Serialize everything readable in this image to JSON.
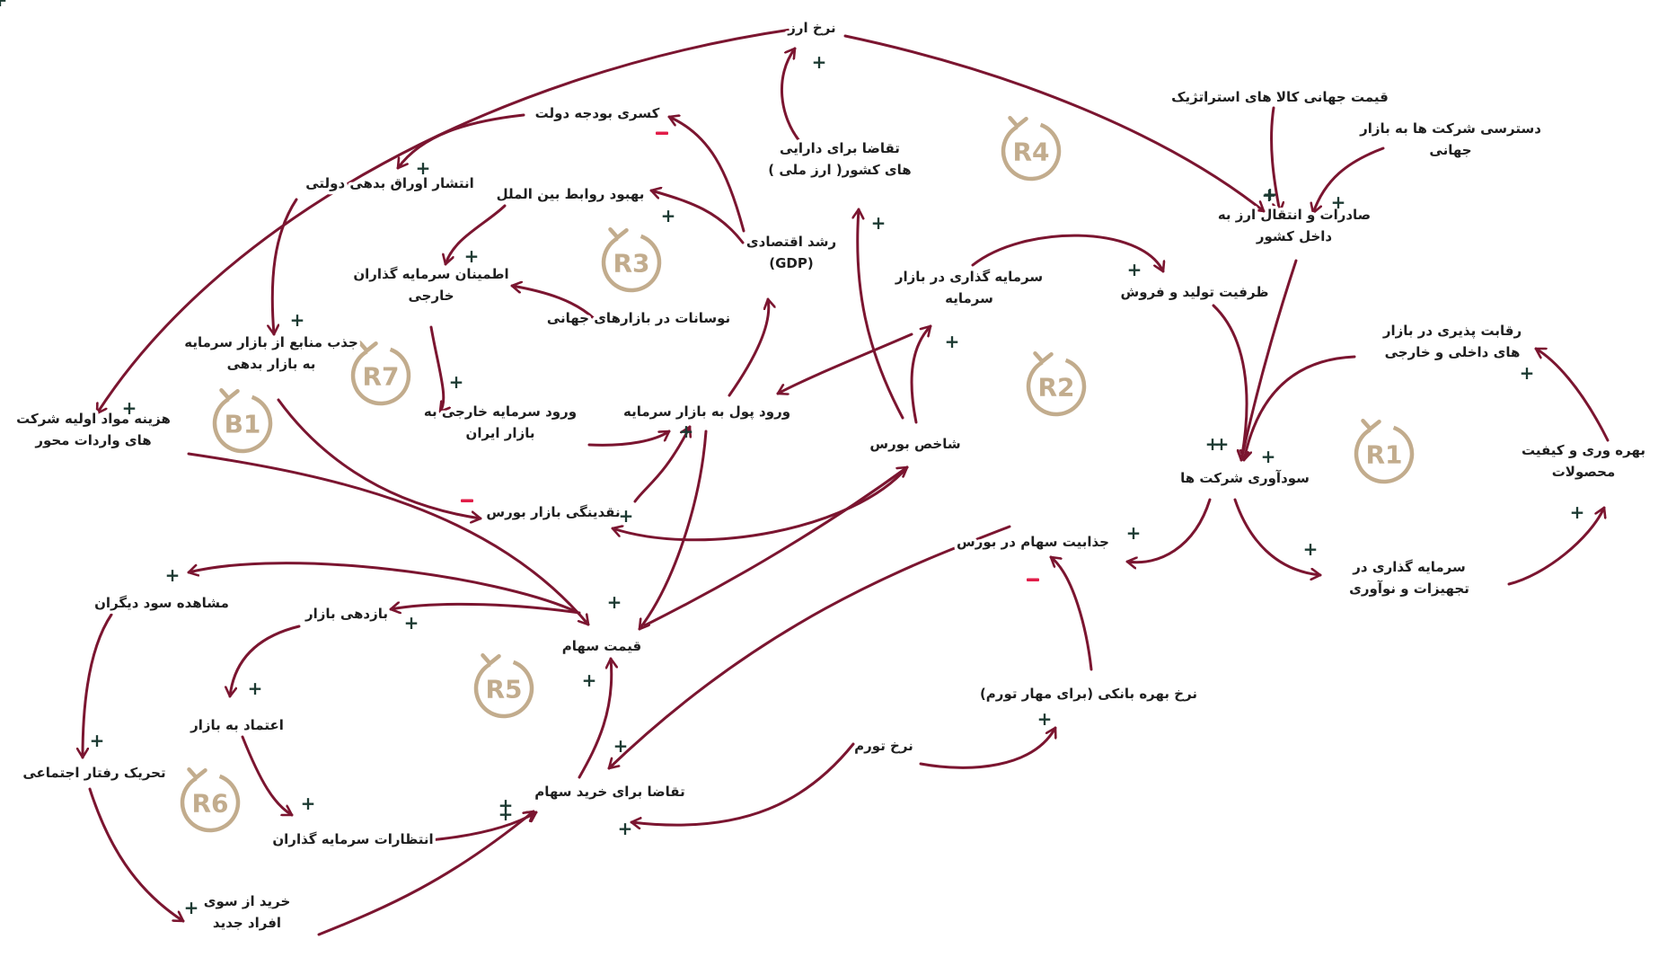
{
  "colors": {
    "arrow": "#7b1530",
    "loop": "#c2ac8d",
    "plus": "#1c3a32",
    "minus": "#e11d48",
    "text": "#1f1f1f"
  },
  "nodes": [
    {
      "id": "exchange-rate",
      "lines": [
        "نرخ ارز"
      ]
    },
    {
      "id": "budget-deficit",
      "lines": [
        "کسری بودجه دولت"
      ]
    },
    {
      "id": "gov-bonds",
      "lines": [
        "انتشار اوراق بدهی دولتی"
      ]
    },
    {
      "id": "intl-relations",
      "lines": [
        "بهبود روابط بین الملل"
      ]
    },
    {
      "id": "foreign-confidence",
      "lines": [
        "اطمینان سرمایه گذاران",
        "خارجی"
      ]
    },
    {
      "id": "gdp",
      "lines": [
        "رشد اقتصادی",
        "(GDP)"
      ]
    },
    {
      "id": "asset-demand",
      "lines": [
        "تقاضا برای دارایی",
        "های کشور( ارز ملی )"
      ]
    },
    {
      "id": "global-fluctuation",
      "lines": [
        "نوسانات در بازارهای جهانی"
      ]
    },
    {
      "id": "commodity-price",
      "lines": [
        "قیمت جهانی کالا های استراتژیک"
      ]
    },
    {
      "id": "market-access",
      "lines": [
        "دسترسی شرکت ها به بازار",
        "جهانی"
      ]
    },
    {
      "id": "exports",
      "lines": [
        "صادرات و انتقال ارز به",
        "داخل کشور"
      ]
    },
    {
      "id": "debt-market",
      "lines": [
        "جذب منابع از بازار سرمایه",
        "به بازار بدهی"
      ]
    },
    {
      "id": "capital-invest",
      "lines": [
        "سرمایه گذاری در بازار",
        "سرمایه"
      ]
    },
    {
      "id": "production-capacity",
      "lines": [
        "ظرفیت تولید و فروش"
      ]
    },
    {
      "id": "competitiveness",
      "lines": [
        "رقابت پذیری در بازار",
        "های داخلی و خارجی"
      ]
    },
    {
      "id": "raw-material",
      "lines": [
        "هزینه مواد اولیه شرکت",
        "های واردات محور"
      ]
    },
    {
      "id": "foreign-inflow",
      "lines": [
        "ورود سرمایه خارجی به",
        "بازار ایران"
      ]
    },
    {
      "id": "money-inflow",
      "lines": [
        "ورود پول به بازار سرمایه"
      ]
    },
    {
      "id": "stock-index",
      "lines": [
        "شاخص بورس"
      ]
    },
    {
      "id": "profitability",
      "lines": [
        "سودآوری شرکت ها"
      ]
    },
    {
      "id": "productivity",
      "lines": [
        "بهره وری و کیفیت",
        "محصولات"
      ]
    },
    {
      "id": "liquidity",
      "lines": [
        "نقدینگی بازار بورس"
      ]
    },
    {
      "id": "stock-attractiveness",
      "lines": [
        "جذابیت سهام در بورس"
      ]
    },
    {
      "id": "others-profit",
      "lines": [
        "مشاهده سود دیگران"
      ]
    },
    {
      "id": "market-return",
      "lines": [
        "بازدهی بازار"
      ]
    },
    {
      "id": "stock-price",
      "lines": [
        "قیمت سهام"
      ]
    },
    {
      "id": "equipment-invest",
      "lines": [
        "سرمایه گذاری در",
        "تجهیزات و نوآوری"
      ]
    },
    {
      "id": "market-trust",
      "lines": [
        "اعتماد به بازار"
      ]
    },
    {
      "id": "interest-rate",
      "lines": [
        "نرخ بهره بانکی (برای مهار تورم)"
      ]
    },
    {
      "id": "social-behavior",
      "lines": [
        "تحریک رفتار اجتماعی"
      ]
    },
    {
      "id": "inflation",
      "lines": [
        "نرخ تورم"
      ]
    },
    {
      "id": "investor-expectations",
      "lines": [
        "انتظارات سرمایه گذاران"
      ]
    },
    {
      "id": "stock-demand",
      "lines": [
        "تقاضا برای خرید سهام"
      ]
    },
    {
      "id": "new-buyers",
      "lines": [
        "خرید از سوی",
        "افراد جدید"
      ]
    }
  ],
  "loops": [
    {
      "id": "R4",
      "label": "R4"
    },
    {
      "id": "R3",
      "label": "R3"
    },
    {
      "id": "R7",
      "label": "R7"
    },
    {
      "id": "B1",
      "label": "B1"
    },
    {
      "id": "R2",
      "label": "R2"
    },
    {
      "id": "R1",
      "label": "R1"
    },
    {
      "id": "R5",
      "label": "R5"
    },
    {
      "id": "R6",
      "label": "R6"
    }
  ],
  "links": [
    {
      "from": "asset-demand",
      "to": "exchange-rate",
      "polarity": "+"
    },
    {
      "from": "exchange-rate",
      "to": "raw-material",
      "polarity": "+"
    },
    {
      "from": "exchange-rate",
      "to": "exports",
      "polarity": "+"
    },
    {
      "from": "gdp",
      "to": "budget-deficit",
      "polarity": "-"
    },
    {
      "from": "budget-deficit",
      "to": "gov-bonds",
      "polarity": "+"
    },
    {
      "from": "gov-bonds",
      "to": "debt-market",
      "polarity": "+"
    },
    {
      "from": "gdp",
      "to": "intl-relations",
      "polarity": "+"
    },
    {
      "from": "intl-relations",
      "to": "foreign-confidence",
      "polarity": "+"
    },
    {
      "from": "global-fluctuation",
      "to": "foreign-confidence",
      "polarity": ""
    },
    {
      "from": "foreign-confidence",
      "to": "foreign-inflow",
      "polarity": "+"
    },
    {
      "from": "foreign-inflow",
      "to": "money-inflow",
      "polarity": "+"
    },
    {
      "from": "money-inflow",
      "to": "gdp",
      "polarity": ""
    },
    {
      "from": "stock-index",
      "to": "asset-demand",
      "polarity": "+"
    },
    {
      "from": "commodity-price",
      "to": "exports",
      "polarity": "+"
    },
    {
      "from": "market-access",
      "to": "exports",
      "polarity": "+"
    },
    {
      "from": "exports",
      "to": "profitability",
      "polarity": "+"
    },
    {
      "from": "capital-invest",
      "to": "production-capacity",
      "polarity": "+"
    },
    {
      "from": "production-capacity",
      "to": "profitability",
      "polarity": "+"
    },
    {
      "from": "competitiveness",
      "to": "profitability",
      "polarity": "+"
    },
    {
      "from": "capital-invest",
      "to": "money-inflow",
      "polarity": ""
    },
    {
      "from": "stock-index",
      "to": "capital-invest",
      "polarity": "+"
    },
    {
      "from": "profitability",
      "to": "stock-attractiveness",
      "polarity": "+"
    },
    {
      "from": "profitability",
      "to": "equipment-invest",
      "polarity": "+"
    },
    {
      "from": "equipment-invest",
      "to": "productivity",
      "polarity": "+"
    },
    {
      "from": "productivity",
      "to": "competitiveness",
      "polarity": "+"
    },
    {
      "from": "debt-market",
      "to": "liquidity",
      "polarity": "-"
    },
    {
      "from": "liquidity",
      "to": "money-inflow",
      "polarity": "+"
    },
    {
      "from": "stock-index",
      "to": "liquidity",
      "polarity": ""
    },
    {
      "from": "raw-material",
      "to": "stock-price",
      "polarity": ""
    },
    {
      "from": "stock-price",
      "to": "stock-index",
      "polarity": "+"
    },
    {
      "from": "money-inflow",
      "to": "stock-price",
      "polarity": "+"
    },
    {
      "from": "stock-price",
      "to": "others-profit",
      "polarity": "+"
    },
    {
      "from": "stock-price",
      "to": "market-return",
      "polarity": "+"
    },
    {
      "from": "market-return",
      "to": "market-trust",
      "polarity": "+"
    },
    {
      "from": "market-trust",
      "to": "investor-expectations",
      "polarity": "+"
    },
    {
      "from": "investor-expectations",
      "to": "stock-demand",
      "polarity": "+"
    },
    {
      "from": "stock-demand",
      "to": "stock-price",
      "polarity": "+"
    },
    {
      "from": "stock-attractiveness",
      "to": "stock-demand",
      "polarity": "+"
    },
    {
      "from": "interest-rate",
      "to": "stock-attractiveness",
      "polarity": "-"
    },
    {
      "from": "inflation",
      "to": "interest-rate",
      "polarity": "+"
    },
    {
      "from": "inflation",
      "to": "stock-demand",
      "polarity": "+"
    },
    {
      "from": "others-profit",
      "to": "social-behavior",
      "polarity": "+"
    },
    {
      "from": "social-behavior",
      "to": "new-buyers",
      "polarity": "+"
    },
    {
      "from": "new-buyers",
      "to": "stock-demand",
      "polarity": "+"
    }
  ]
}
